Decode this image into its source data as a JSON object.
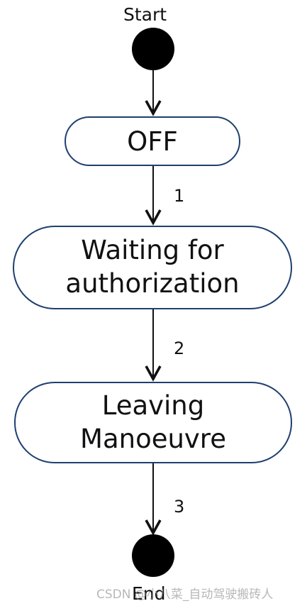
{
  "diagram": {
    "start_label": "Start",
    "end_label": "End",
    "states": [
      {
        "label": "OFF"
      },
      {
        "label_line1": "Waiting for",
        "label_line2": "authorization"
      },
      {
        "label_line1": "Leaving",
        "label_line2": "Manoeuvre"
      }
    ],
    "transitions": [
      {
        "label": "1"
      },
      {
        "label": "2"
      },
      {
        "label": "3"
      }
    ],
    "colors": {
      "state_border": "#1f3f6f",
      "node_fill": "#000000"
    }
  },
  "watermark": "CSDN @小八菜_自动驾驶搬砖人"
}
